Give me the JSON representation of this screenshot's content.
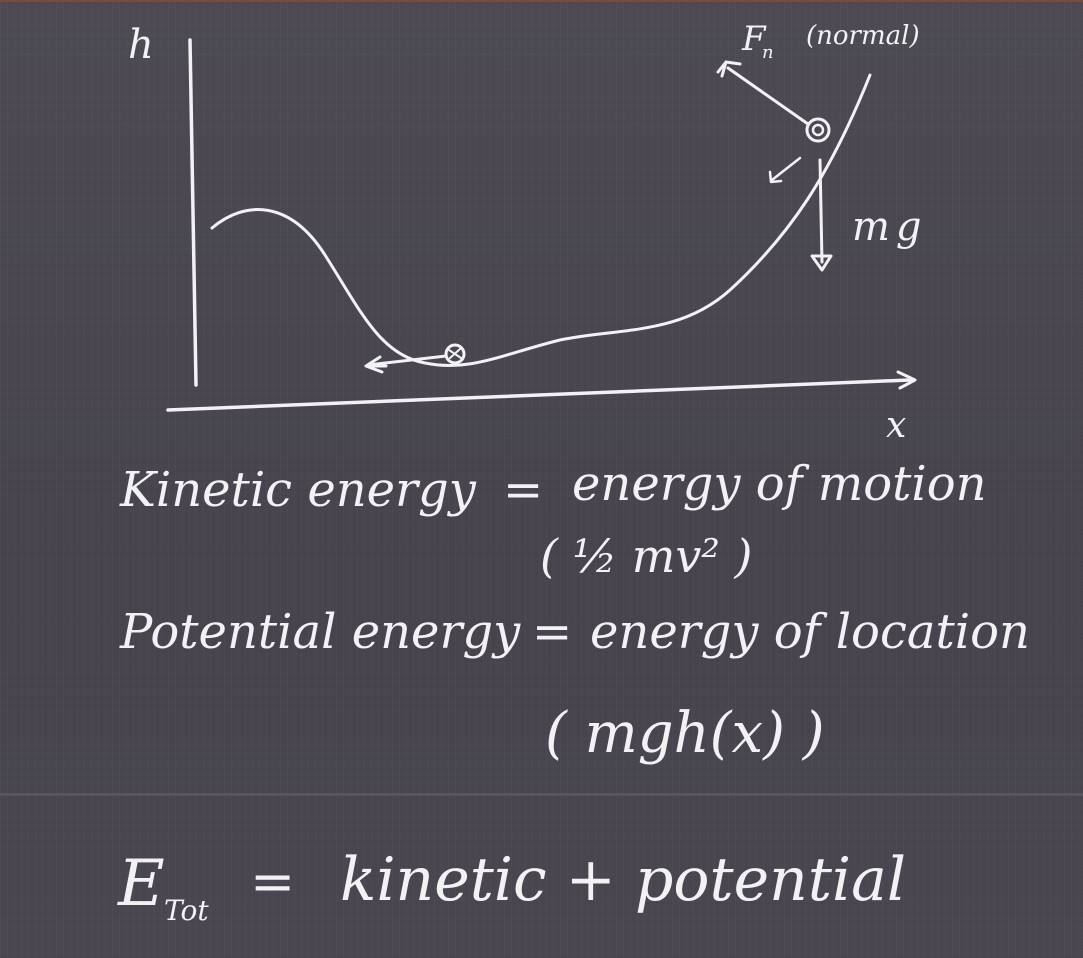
{
  "diagram": {
    "labels": {
      "h_axis": "h",
      "x_axis": "x",
      "normal_force": "F",
      "normal_force_sub": "n",
      "normal_note": "(normal)",
      "gravity": "mg"
    },
    "definitions": [
      {
        "term": "Kinetic energy",
        "equals": "=",
        "meaning": "energy of motion",
        "formula": "( ½ mv² )"
      },
      {
        "term": "Potential energy",
        "equals": "=",
        "meaning": "energy of location",
        "formula": "( mgh(x) )"
      }
    ],
    "total": {
      "symbol": "E",
      "subscript": "Tot",
      "equals": "=",
      "expression": "kinetic + potential"
    }
  }
}
